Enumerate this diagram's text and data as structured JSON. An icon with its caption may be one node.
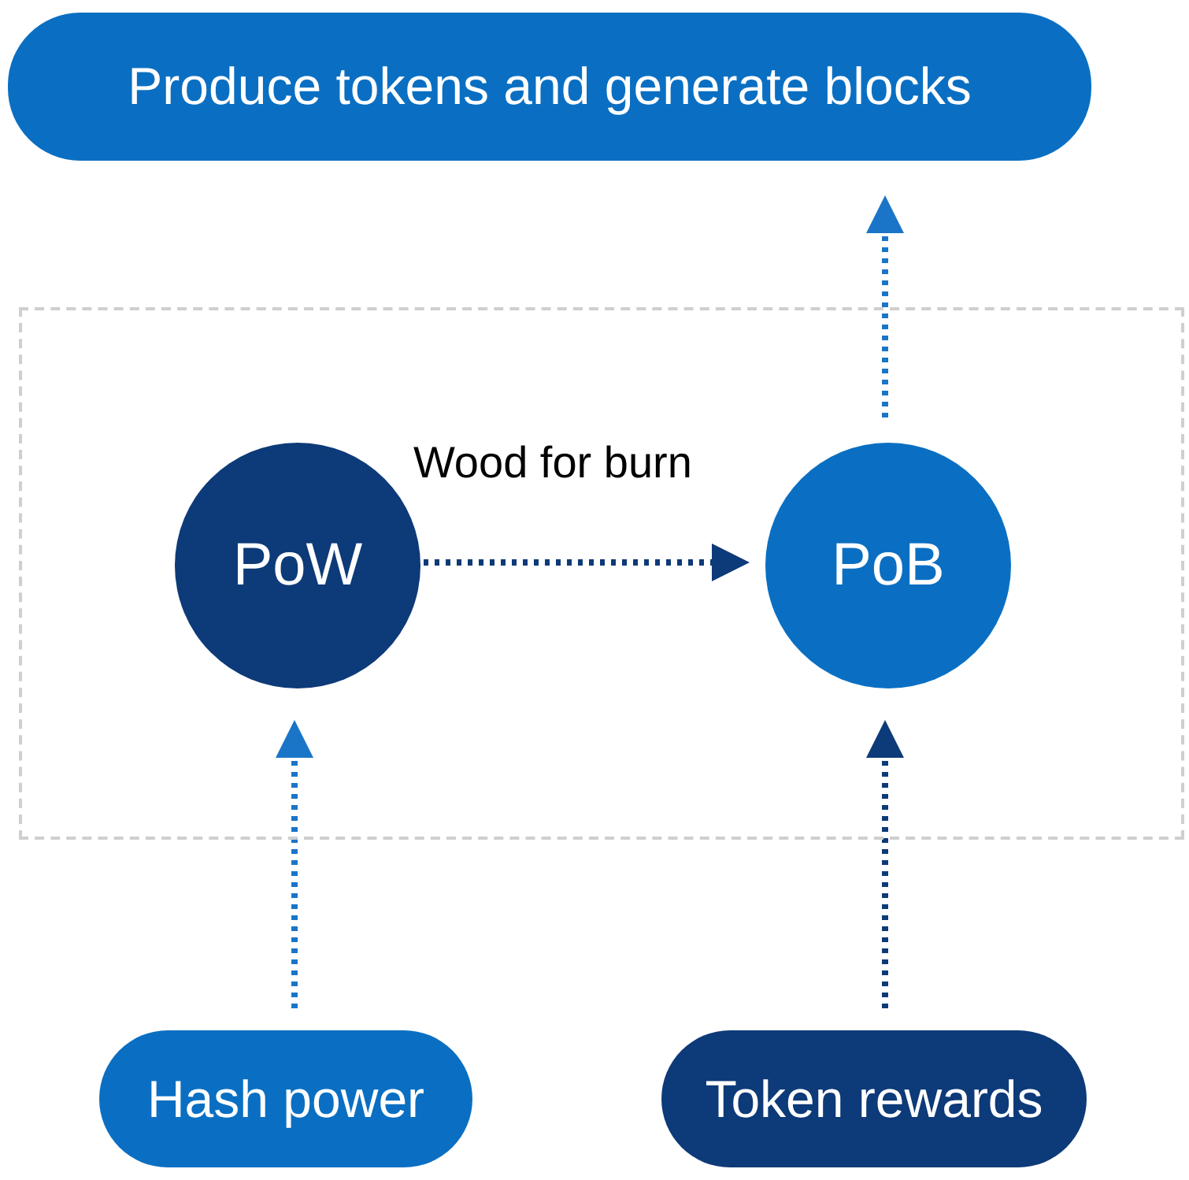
{
  "diagram": {
    "nodes": [
      {
        "text": [
          "Produce tokens and generate blocks"
        ]
      },
      {
        "text": [],
        "shape": "box"
      },
      {
        "text": [
          "PoW"
        ],
        "in": 1
      },
      {
        "text": [
          "PoB"
        ],
        "in": 1
      },
      {
        "text": [
          "Hash power"
        ]
      },
      {
        "text": [
          "Token rewards"
        ]
      }
    ],
    "edges": [
      {
        "from": 2,
        "to": 3,
        "arrow": "to",
        "label": "Wood for burn",
        "style": "dashed",
        "color": "#0d3a78"
      },
      {
        "from": 3,
        "to": 0,
        "arrow": "to",
        "style": "dashed"
      },
      {
        "from": 4,
        "to": 2,
        "arrow": "to",
        "style": "dashed"
      },
      {
        "from": 5,
        "to": 3,
        "arrow": "to",
        "style": "dashed",
        "color": "#0d3a78"
      }
    ]
  }
}
